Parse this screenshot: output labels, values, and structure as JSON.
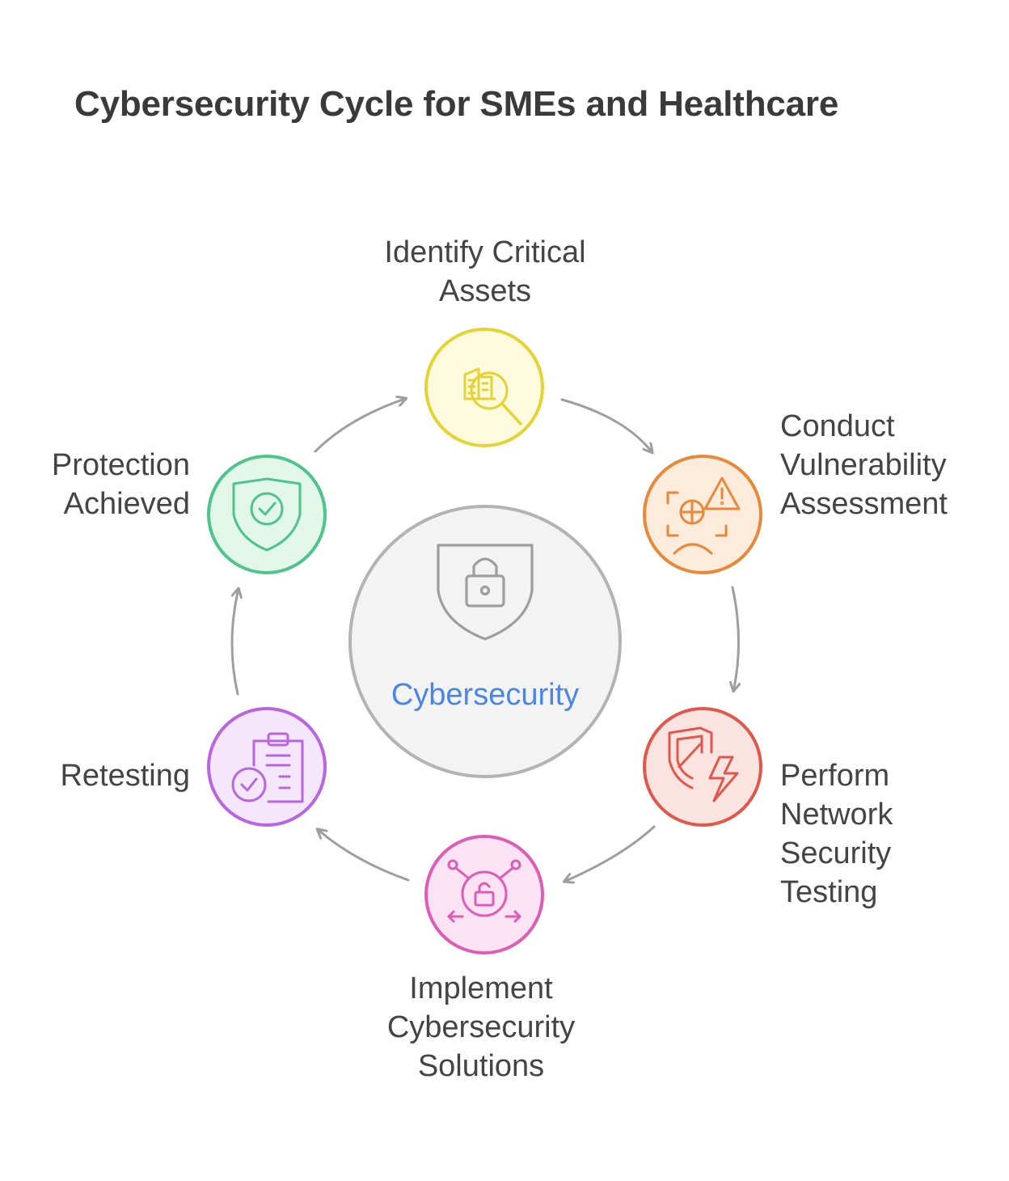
{
  "title": "Cybersecurity Cycle for SMEs and Healthcare",
  "hub": {
    "label": "Cybersecurity",
    "icon": "shield-lock-icon",
    "fill": "#f3f3f3",
    "stroke": "#b3b3b3",
    "label_color": "#4a86e8"
  },
  "steps": [
    {
      "id": "identify",
      "lines": [
        "Identify Critical",
        "Assets"
      ],
      "icon": "building-search-icon",
      "stroke": "#e5d233",
      "fill": "#fdfadd"
    },
    {
      "id": "vulnerability",
      "lines": [
        "Conduct",
        "Vulnerability",
        "Assessment"
      ],
      "icon": "scan-alert-icon",
      "stroke": "#e8893a",
      "fill": "#fdebdc"
    },
    {
      "id": "network-testing",
      "lines": [
        "Perform",
        "Network",
        "Security",
        "Testing"
      ],
      "icon": "shield-bolt-icon",
      "stroke": "#e0584a",
      "fill": "#fbe3e1"
    },
    {
      "id": "implement",
      "lines": [
        "Implement",
        "Cybersecurity",
        "Solutions"
      ],
      "icon": "network-unlock-icon",
      "stroke": "#de5cb5",
      "fill": "#fbe3f3"
    },
    {
      "id": "retesting",
      "lines": [
        "Retesting"
      ],
      "icon": "clipboard-check-icon",
      "stroke": "#b964e0",
      "fill": "#f4e6fb"
    },
    {
      "id": "protection",
      "lines": [
        "Protection",
        "Achieved"
      ],
      "icon": "shield-check-icon",
      "stroke": "#4cc48a",
      "fill": "#e2f6ea"
    }
  ],
  "arrow_color": "#9e9e9e",
  "text_color": "#444444"
}
